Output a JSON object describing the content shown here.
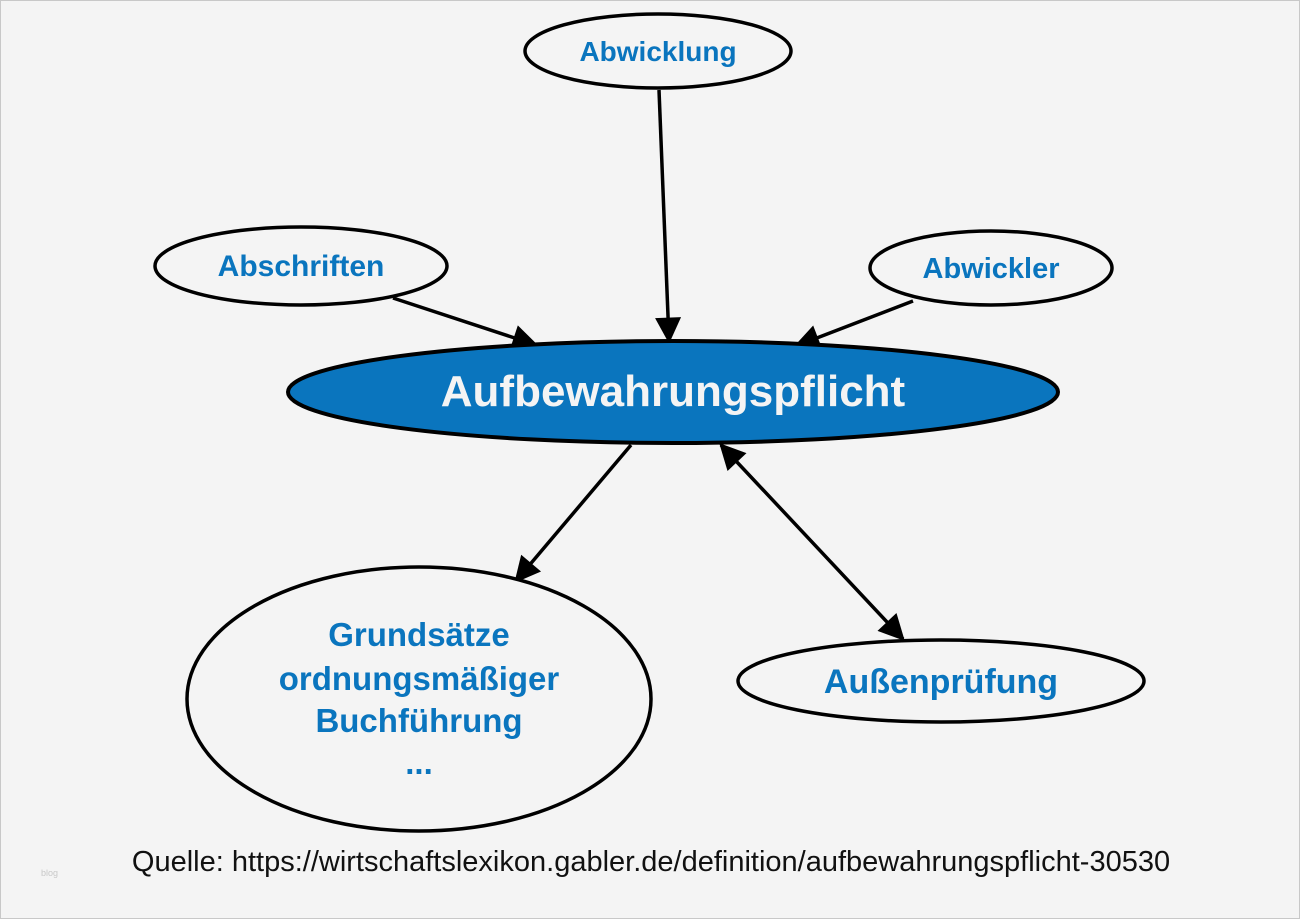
{
  "diagram": {
    "center": "Aufbewahrungspflicht",
    "nodes": {
      "abwicklung": "Abwicklung",
      "abschriften": "Abschriften",
      "abwickler": "Abwickler",
      "grundsaetze": [
        "Grundsätze",
        "ordnungsmäßiger",
        "Buchführung",
        "..."
      ],
      "aussenpruefung": "Außenprüfung"
    },
    "colors": {
      "accent": "#0a75be",
      "edge": "#000000",
      "background": "#f4f4f4"
    }
  },
  "caption": "Quelle: https://wirtschaftslexikon.gabler.de/definition/aufbewahrungspflicht-30530",
  "watermark": "blog"
}
